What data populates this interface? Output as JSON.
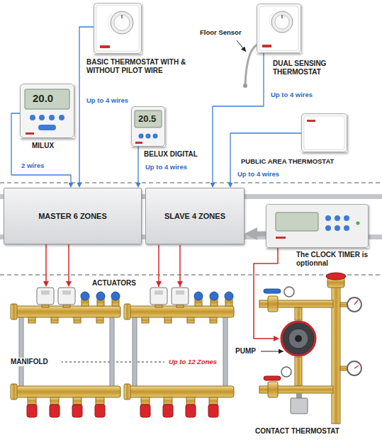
{
  "diagram": {
    "nodes": [
      {
        "text": [
          "BASIC THERMOSTAT WITH & WITHOUT PILOT WIRE"
        ]
      },
      {
        "text": [
          "DUAL SENSING THERMOSTAT"
        ]
      },
      {
        "text": [
          "MILUX"
        ]
      },
      {
        "text": [
          "BELUX DIGITAL"
        ]
      },
      {
        "text": [
          "PUBLIC AREA THERMOSTAT"
        ]
      },
      {
        "text": [
          "MASTER 6 ZONES"
        ]
      },
      {
        "text": [
          "SLAVE 4 ZONES"
        ]
      },
      {
        "text": [
          "The CLOCK TIMER is optionnal"
        ]
      },
      {
        "text": [
          "MANIFOLD"
        ]
      },
      {
        "text": [
          "PUMP"
        ]
      }
    ],
    "edges": [
      {
        "from": 2,
        "to": 5,
        "arrow": "to",
        "label": "2 wires"
      },
      {
        "from": 0,
        "to": 5,
        "arrow": "to",
        "label": "Up to 4 wires"
      },
      {
        "from": 3,
        "to": 5,
        "arrow": "to",
        "label": "Up to 4 wires"
      },
      {
        "from": 1,
        "to": 6,
        "arrow": "to",
        "label": "Up to 4 wires"
      },
      {
        "from": 4,
        "to": 6,
        "arrow": "to",
        "label": "Up to 4 wires"
      },
      {
        "from": 7,
        "to": 6,
        "arrow": "to"
      },
      {
        "from": 5,
        "to": 8,
        "arrow": "to"
      },
      {
        "from": 5,
        "to": 8,
        "arrow": "to"
      },
      {
        "from": 7,
        "to": 9,
        "arrow": "to"
      }
    ],
    "labels": [
      "Floor Sensor",
      "20.0",
      "20.5",
      "ACTUATORS",
      "Up to 12 Zones",
      "CONTACT THERMOSTAT"
    ]
  }
}
